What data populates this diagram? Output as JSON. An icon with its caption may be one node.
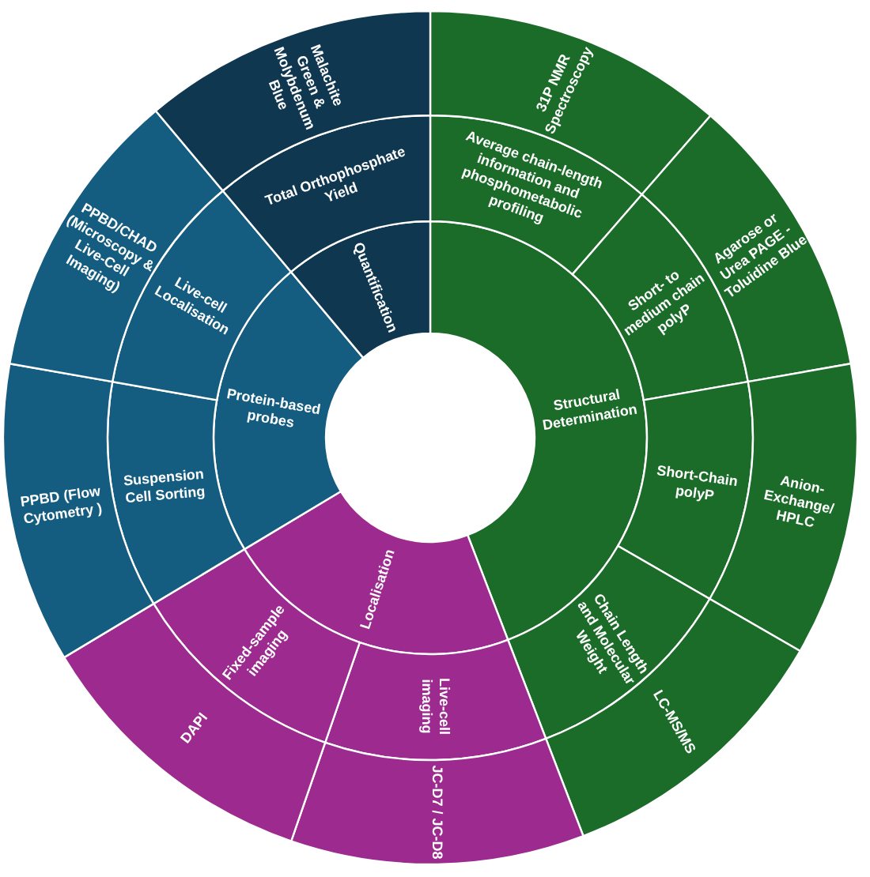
{
  "diagram": {
    "nodes": [
      {
        "text": [
          "Structural Determination"
        ]
      },
      {
        "text": [
          "Average chain-length information and phosphometabolic profiling"
        ]
      },
      {
        "text": [
          "31P NMR Spectroscopy"
        ]
      },
      {
        "text": [
          "Short- to medium chain polyP"
        ]
      },
      {
        "text": [
          "Agarose or Urea PAGE - Toluidine Blue"
        ]
      },
      {
        "text": [
          "Short-Chain polyP"
        ]
      },
      {
        "text": [
          "Anion-Exchange/ HPLC"
        ]
      },
      {
        "text": [
          "Chain Length and Molecular Weight"
        ]
      },
      {
        "text": [
          "LC-MS/MS"
        ]
      },
      {
        "text": [
          "Localisation"
        ]
      },
      {
        "text": [
          "Live-cell imaging"
        ]
      },
      {
        "text": [
          "JC-D7 / JC-D8"
        ]
      },
      {
        "text": [
          "Fixed-sample imaging"
        ]
      },
      {
        "text": [
          "DAPI"
        ]
      },
      {
        "text": [
          "Protein-based probes"
        ]
      },
      {
        "text": [
          "Suspension Cell Sorting"
        ]
      },
      {
        "text": [
          "PPBD (Flow Cytometry )"
        ]
      },
      {
        "text": [
          "Live-cell Localisation"
        ]
      },
      {
        "text": [
          "PPBD/CHAD (Microscopy & Live-Cell Imaging)"
        ]
      },
      {
        "text": [
          "Quantification"
        ]
      },
      {
        "text": [
          "Total Orthophosphate Yield"
        ]
      },
      {
        "text": [
          "Malachite Green & Molybdenum Blue"
        ]
      }
    ]
  }
}
